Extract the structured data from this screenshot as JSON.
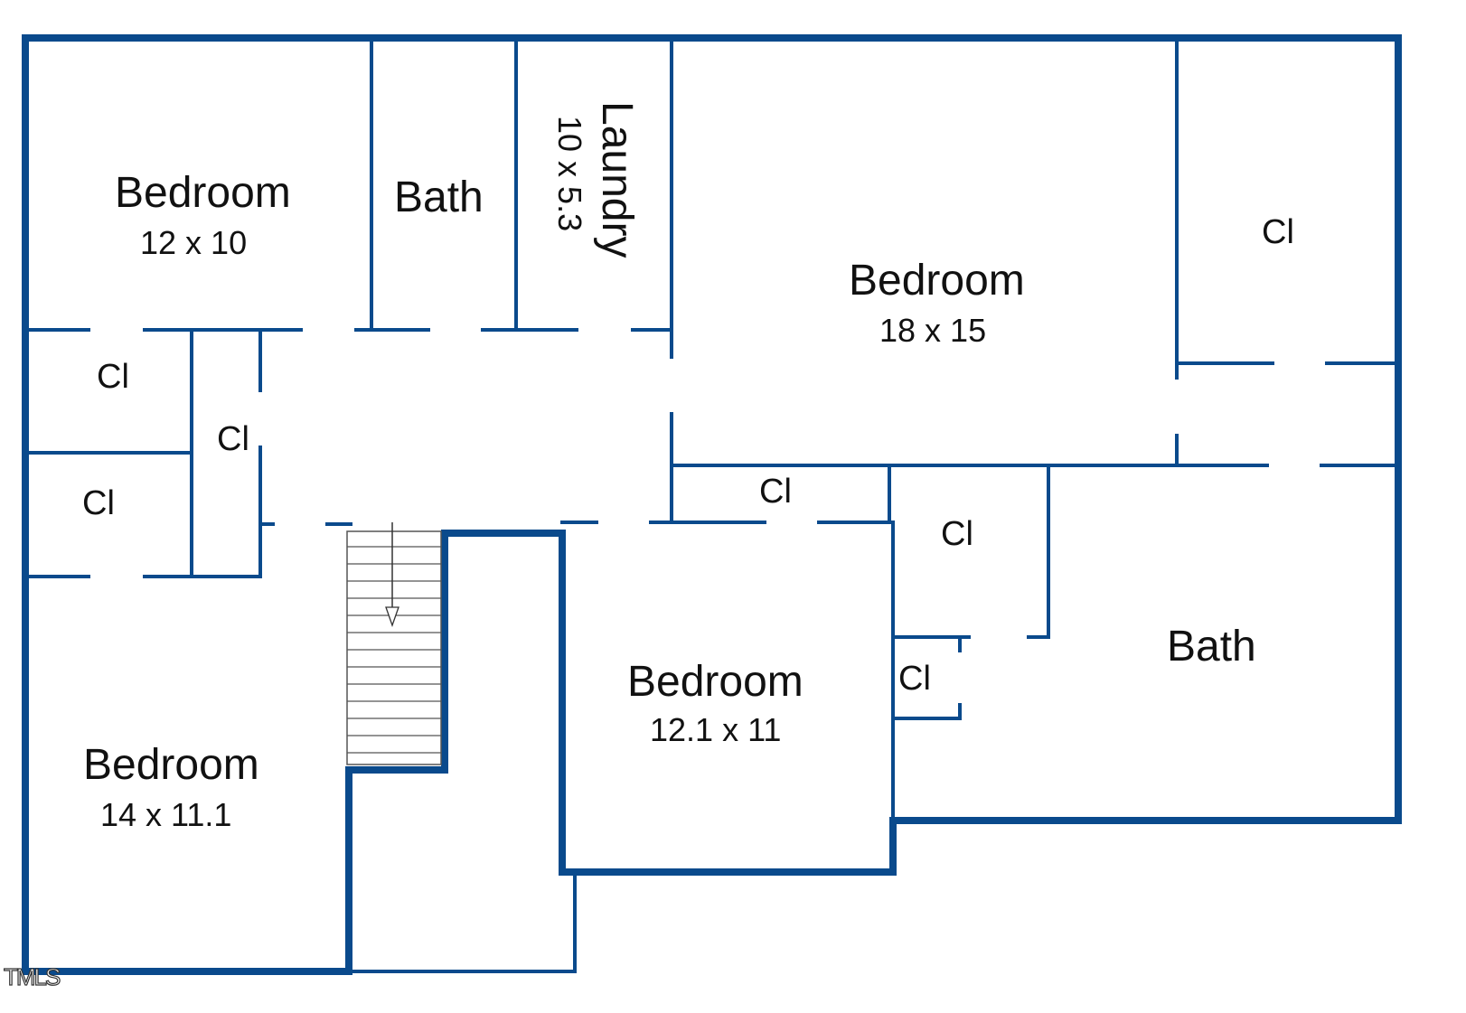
{
  "rooms": {
    "bedroom_nw": {
      "name": "Bedroom",
      "size": "12 x 10"
    },
    "bath_n": {
      "name": "Bath"
    },
    "laundry": {
      "name": "Laundry",
      "size": "10 x 5.3"
    },
    "bedroom_ne": {
      "name": "Bedroom",
      "size": "18 x 15"
    },
    "bedroom_sw": {
      "name": "Bedroom",
      "size": "14 x 11.1"
    },
    "bedroom_s": {
      "name": "Bedroom",
      "size": "12.1 x 11"
    },
    "bath_se": {
      "name": "Bath"
    }
  },
  "closets": {
    "ne": "Cl",
    "w_upper": "Cl",
    "w_middle": "Cl",
    "w_lower": "Cl",
    "hall": "Cl",
    "center": "Cl",
    "bath_small": "Cl"
  },
  "colors": {
    "wall": "#0a4a8c"
  },
  "watermark": "TMLS"
}
